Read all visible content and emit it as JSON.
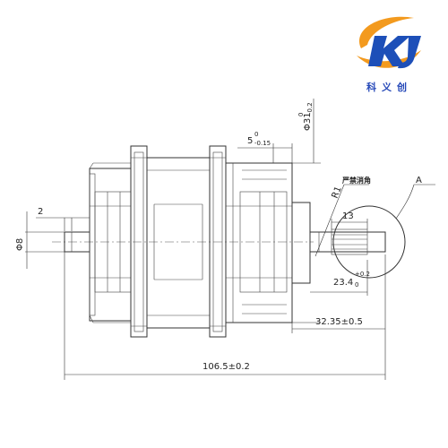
{
  "logo": {
    "company_text": "科义创",
    "orange": "#f39a1e",
    "blue": "#1d4fb8"
  },
  "dimensions": {
    "dim_2": "2",
    "dim_phi8": "Φ8",
    "dim_5_main": "5",
    "dim_5_upper": "0",
    "dim_5_lower": "-0.15",
    "dim_phi31_main": "Φ31",
    "dim_phi31_upper": "0",
    "dim_phi31_lower": "-0.2",
    "dim_r1": "R1",
    "dim_13": "13",
    "dim_23_4_main": "23.4",
    "dim_23_4_upper": "+0.2",
    "dim_23_4_lower": "0",
    "dim_32_35": "32.35±0.5",
    "dim_106_5": "106.5±0.2"
  },
  "annotations": {
    "chamfer_note": "严禁消角",
    "detail_label": "A"
  }
}
